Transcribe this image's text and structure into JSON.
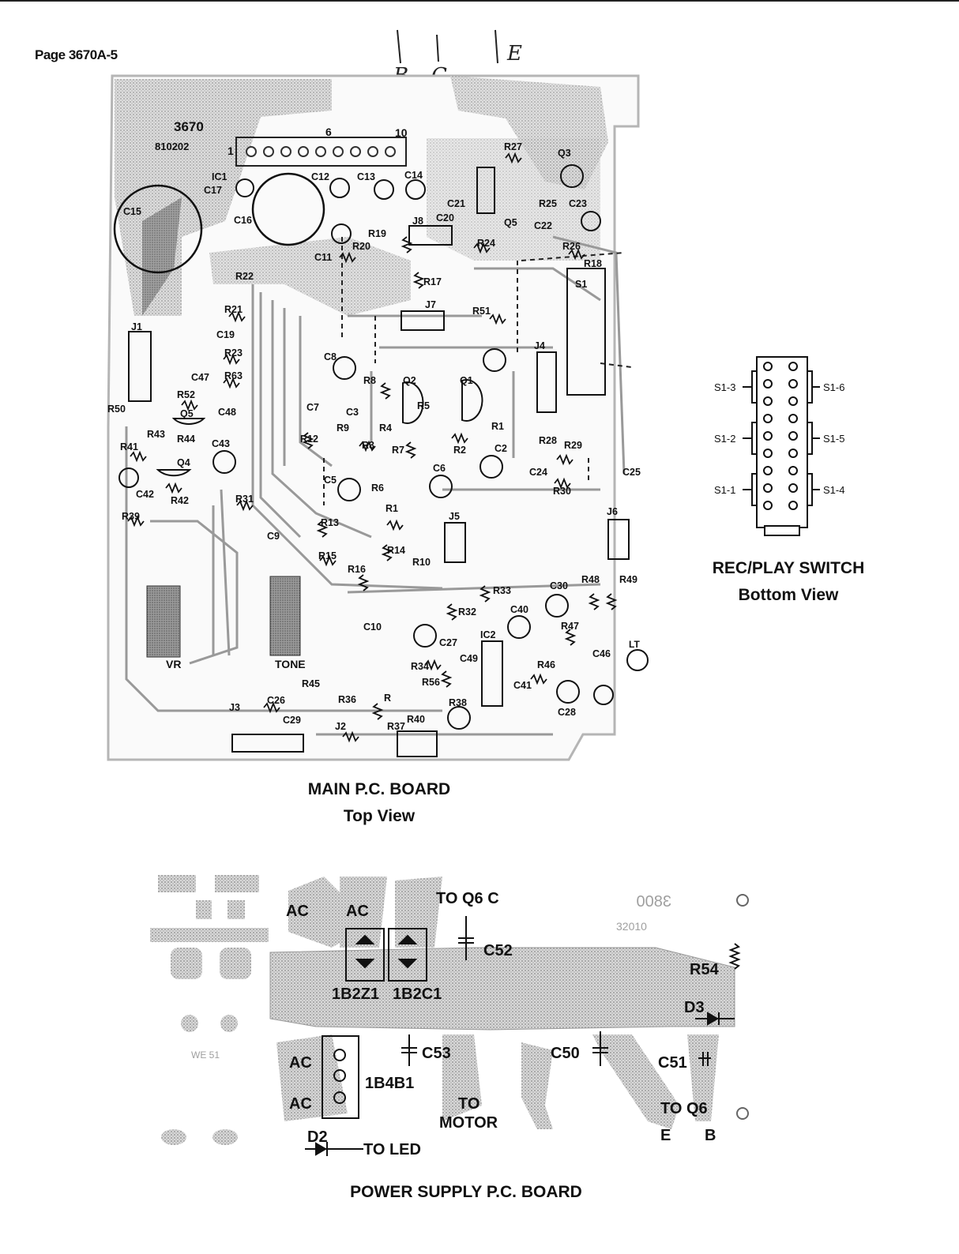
{
  "page_label": "Page 3670A-5",
  "handwritten": [
    "B",
    "C",
    "E"
  ],
  "main_board": {
    "caption_line1": "MAIN P.C. BOARD",
    "caption_line2": "Top View",
    "board_id": "3670",
    "board_code": "810202",
    "pin_numbers": [
      "1",
      "6",
      "10"
    ],
    "components": [
      "IC1",
      "C15",
      "C17",
      "C16",
      "C12",
      "C13",
      "C14",
      "R27",
      "Q3",
      "C21",
      "C20",
      "Q5",
      "R25",
      "C22",
      "C23",
      "R19",
      "J8",
      "R20",
      "R24",
      "R26",
      "R18",
      "C11",
      "R22",
      "R17",
      "J7",
      "R51",
      "S1",
      "R21",
      "C19",
      "J1",
      "R23",
      "C8",
      "J4",
      "C47",
      "R63",
      "R8",
      "Q2",
      "Q1",
      "R52",
      "C48",
      "Q5",
      "R5",
      "C3",
      "C7",
      "R9",
      "R4",
      "R1",
      "R50",
      "R43",
      "R44",
      "C43",
      "R12",
      "R3",
      "R7",
      "R2",
      "C2",
      "R28",
      "R29",
      "R41",
      "Q4",
      "C24",
      "C25",
      "C42",
      "R42",
      "C5",
      "R6",
      "C6",
      "R30",
      "R31",
      "R39",
      "R1",
      "J5",
      "J6",
      "C9",
      "R13",
      "R14",
      "R15",
      "R10",
      "R16",
      "R33",
      "C30",
      "R48",
      "R49",
      "C10",
      "R32",
      "C40",
      "C27",
      "IC2",
      "R47",
      "C49",
      "C46",
      "R34",
      "R46",
      "R56",
      "C41",
      "R45",
      "C26",
      "R36",
      "R",
      "R40",
      "R38",
      "C28",
      "C29",
      "J2",
      "R37",
      "J3"
    ],
    "labels_misc": [
      "VR",
      "TONE",
      "LT"
    ]
  },
  "switch": {
    "caption_line1": "REC/PLAY SWITCH",
    "caption_line2": "Bottom View",
    "left_labels": [
      "S1-3",
      "S1-2",
      "S1-1"
    ],
    "right_labels": [
      "S1-6",
      "S1-5",
      "S1-4"
    ]
  },
  "power_board": {
    "caption": "POWER SUPPLY P.C. BOARD",
    "labels": [
      "AC",
      "AC",
      "AC",
      "AC",
      "1B2Z1",
      "1B2C1",
      "1B4B1",
      "TO Q6 C",
      "C52",
      "C53",
      "C50",
      "C51",
      "R54",
      "D3",
      "D2",
      "TO LED",
      "TO",
      "MOTOR",
      "TO Q6",
      "E",
      "B"
    ],
    "mirror_text": [
      "3800",
      "32010",
      "WE 51"
    ]
  }
}
